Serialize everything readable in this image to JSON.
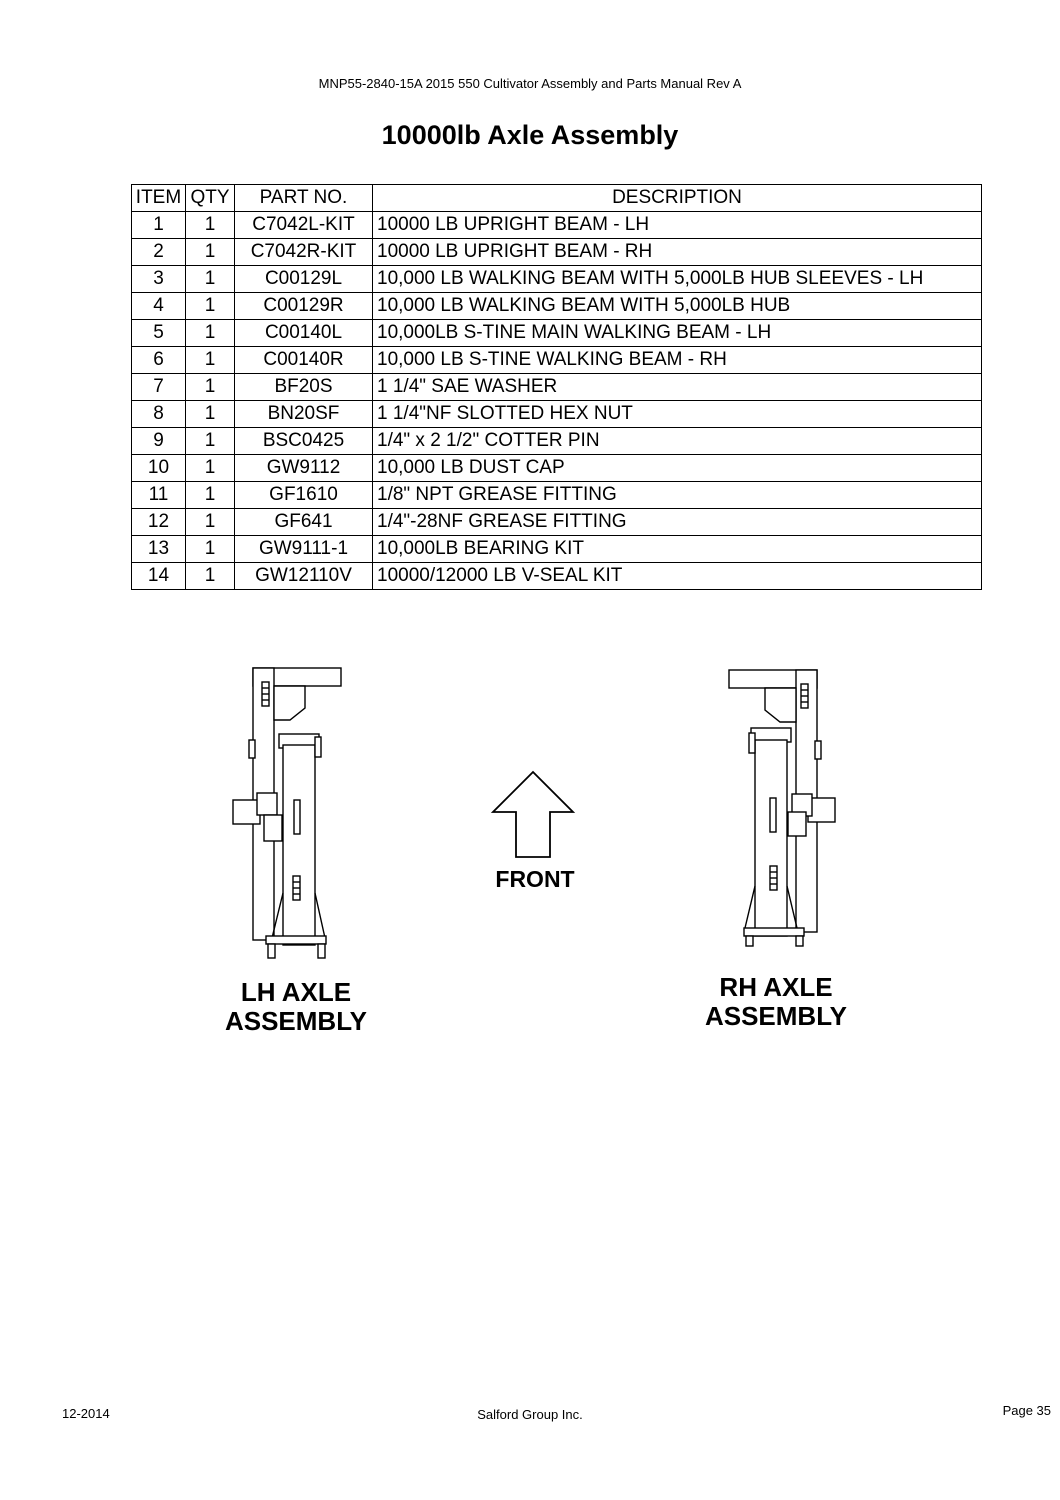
{
  "header": {
    "manual_title": "MNP55-2840-15A 2015 550 Cultivator Assembly and Parts Manual Rev A"
  },
  "title": "10000lb Axle Assembly",
  "table": {
    "columns": [
      "ITEM",
      "QTY",
      "PART NO.",
      "DESCRIPTION"
    ],
    "rows": [
      {
        "item": "1",
        "qty": "1",
        "part": "C7042L-KIT",
        "desc": "10000 LB UPRIGHT BEAM - LH"
      },
      {
        "item": "2",
        "qty": "1",
        "part": "C7042R-KIT",
        "desc": "10000 LB UPRIGHT BEAM - RH"
      },
      {
        "item": "3",
        "qty": "1",
        "part": "C00129L",
        "desc": "10,000 LB WALKING BEAM WITH 5,000LB HUB SLEEVES - LH"
      },
      {
        "item": "4",
        "qty": "1",
        "part": "C00129R",
        "desc": "10,000 LB WALKING BEAM WITH 5,000LB HUB"
      },
      {
        "item": "5",
        "qty": "1",
        "part": "C00140L",
        "desc": "10,000LB S-TINE MAIN WALKING BEAM - LH"
      },
      {
        "item": "6",
        "qty": "1",
        "part": "C00140R",
        "desc": "10,000 LB S-TINE WALKING BEAM - RH"
      },
      {
        "item": "7",
        "qty": "1",
        "part": "BF20S",
        "desc": "1 1/4\" SAE WASHER"
      },
      {
        "item": "8",
        "qty": "1",
        "part": "BN20SF",
        "desc": "1 1/4\"NF SLOTTED HEX NUT"
      },
      {
        "item": "9",
        "qty": "1",
        "part": "BSC0425",
        "desc": "1/4\" x 2 1/2\" COTTER PIN"
      },
      {
        "item": "10",
        "qty": "1",
        "part": "GW9112",
        "desc": "10,000 LB DUST CAP"
      },
      {
        "item": "11",
        "qty": "1",
        "part": "GF1610",
        "desc": "1/8\" NPT GREASE FITTING"
      },
      {
        "item": "12",
        "qty": "1",
        "part": "GF641",
        "desc": "1/4\"-28NF GREASE FITTING"
      },
      {
        "item": "13",
        "qty": "1",
        "part": "GW9111-1",
        "desc": "10,000LB BEARING KIT"
      },
      {
        "item": "14",
        "qty": "1",
        "part": "GW12110V",
        "desc": "10000/12000 LB V-SEAL KIT"
      }
    ]
  },
  "figure": {
    "lh_label_line1": "LH AXLE",
    "lh_label_line2": "ASSEMBLY",
    "rh_label_line1": "RH AXLE",
    "rh_label_line2": "ASSEMBLY",
    "front_label": "FRONT"
  },
  "footer": {
    "date": "12-2014",
    "company": "Salford Group Inc.",
    "page": "Page 35"
  }
}
